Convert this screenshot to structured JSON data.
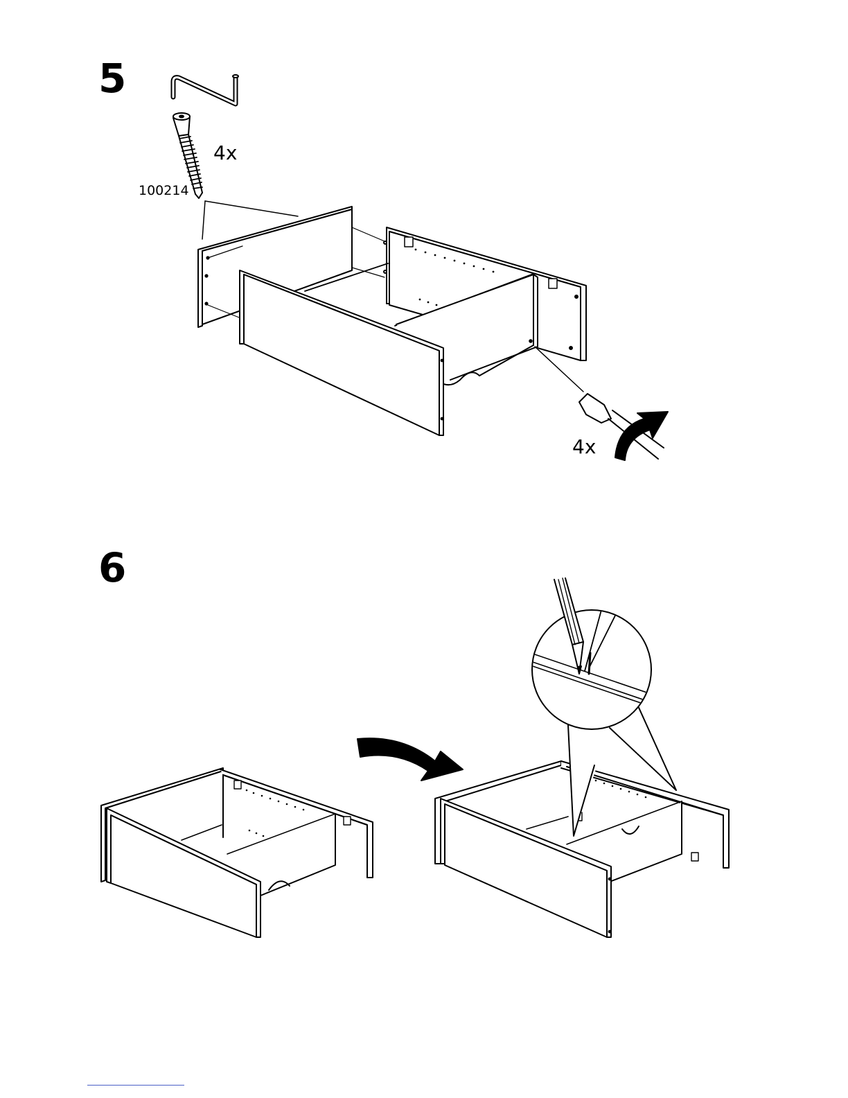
{
  "steps": [
    {
      "number": "5",
      "screw_quantity": "4x",
      "part_code": "100214",
      "tool_quantity": "4x",
      "illustration": "drawer-assembly-with-screws-and-screwdriver"
    },
    {
      "number": "6",
      "illustration": "drawer-flip-and-pencil-mark-detail"
    }
  ],
  "icons": [
    "allen-key-icon",
    "screw-icon",
    "screwdriver-icon",
    "rotate-arrow-icon",
    "flip-arrow-icon",
    "pencil-icon",
    "magnifier-detail-icon"
  ],
  "colors": {
    "ink": "#000000",
    "paper": "#ffffff",
    "footer_rule": "#4a5fc6"
  }
}
